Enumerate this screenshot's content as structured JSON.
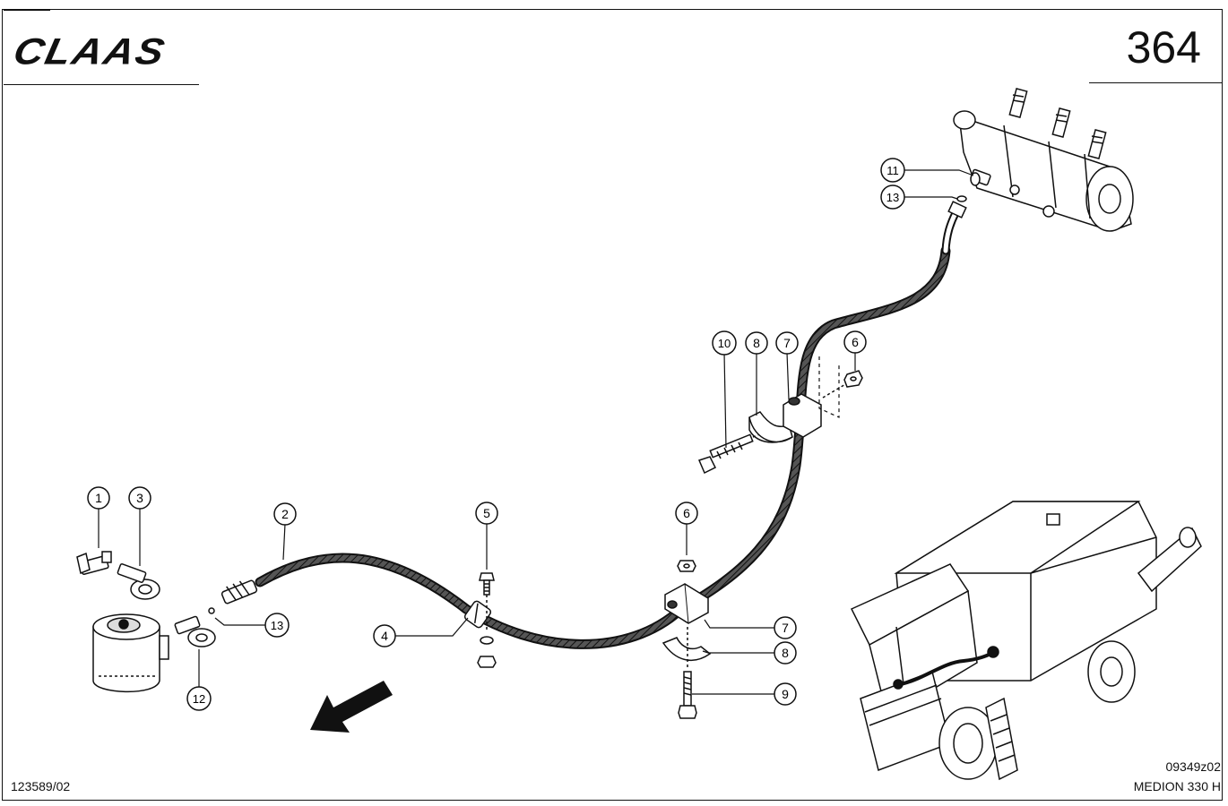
{
  "header": {
    "brand": "CLAAS",
    "page_number": "364"
  },
  "footer": {
    "drawing_ref_left": "123589/02",
    "image_code": "09349z02",
    "model": "MEDION 330 H"
  },
  "callouts": [
    {
      "id": "c1",
      "label": "1"
    },
    {
      "id": "c3",
      "label": "3"
    },
    {
      "id": "c2",
      "label": "2"
    },
    {
      "id": "c13a",
      "label": "13"
    },
    {
      "id": "c12",
      "label": "12"
    },
    {
      "id": "c4",
      "label": "4"
    },
    {
      "id": "c5",
      "label": "5"
    },
    {
      "id": "c6a",
      "label": "6"
    },
    {
      "id": "c7a",
      "label": "7"
    },
    {
      "id": "c8a",
      "label": "8"
    },
    {
      "id": "c9",
      "label": "9"
    },
    {
      "id": "c10",
      "label": "10"
    },
    {
      "id": "c8b",
      "label": "8"
    },
    {
      "id": "c7b",
      "label": "7"
    },
    {
      "id": "c6b",
      "label": "6"
    },
    {
      "id": "c11",
      "label": "11"
    },
    {
      "id": "c13b",
      "label": "13"
    }
  ]
}
